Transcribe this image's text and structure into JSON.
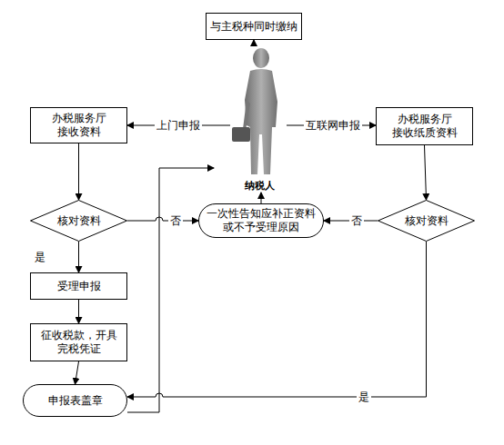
{
  "diagram": {
    "nodes": [
      {
        "text": [
          "与主税种同时缴纳"
        ]
      },
      {
        "text": [
          "纳税人"
        ]
      },
      {
        "text": [
          "办税服务厅 接收资料"
        ]
      },
      {
        "text": [
          "办税服务厅 接收纸质资料"
        ]
      },
      {
        "text": [
          "核对资料"
        ]
      },
      {
        "text": [
          "一次性告知应补正资料 或不予受理原因"
        ]
      },
      {
        "text": [
          "核对资料"
        ]
      },
      {
        "text": [
          "受理申报"
        ]
      },
      {
        "text": [
          "征收税款，开具 完税凭证"
        ]
      },
      {
        "text": [
          "申报表盖章"
        ]
      }
    ],
    "edges": [
      {
        "from": 1,
        "to": 0,
        "arrow": "to"
      },
      {
        "from": 1,
        "to": 2,
        "label": "上门申报",
        "arrow": "to"
      },
      {
        "from": 1,
        "to": 3,
        "label": "互联网申报",
        "arrow": "to"
      },
      {
        "from": 2,
        "to": 4,
        "arrow": "to"
      },
      {
        "from": 4,
        "to": 5,
        "label": "否",
        "arrow": "to"
      },
      {
        "from": 4,
        "to": 7,
        "label": "是",
        "arrow": "to"
      },
      {
        "from": 7,
        "to": 8,
        "arrow": "to"
      },
      {
        "from": 8,
        "to": 9,
        "arrow": "to"
      },
      {
        "from": 3,
        "to": 6,
        "arrow": "to"
      },
      {
        "from": 6,
        "to": 5,
        "label": "否",
        "arrow": "to"
      },
      {
        "from": 6,
        "to": 9,
        "label": "是",
        "arrow": "to"
      },
      {
        "from": 5,
        "to": 1,
        "arrow": "to"
      },
      {
        "from": 9,
        "to": 1,
        "arrow": "to"
      }
    ]
  }
}
